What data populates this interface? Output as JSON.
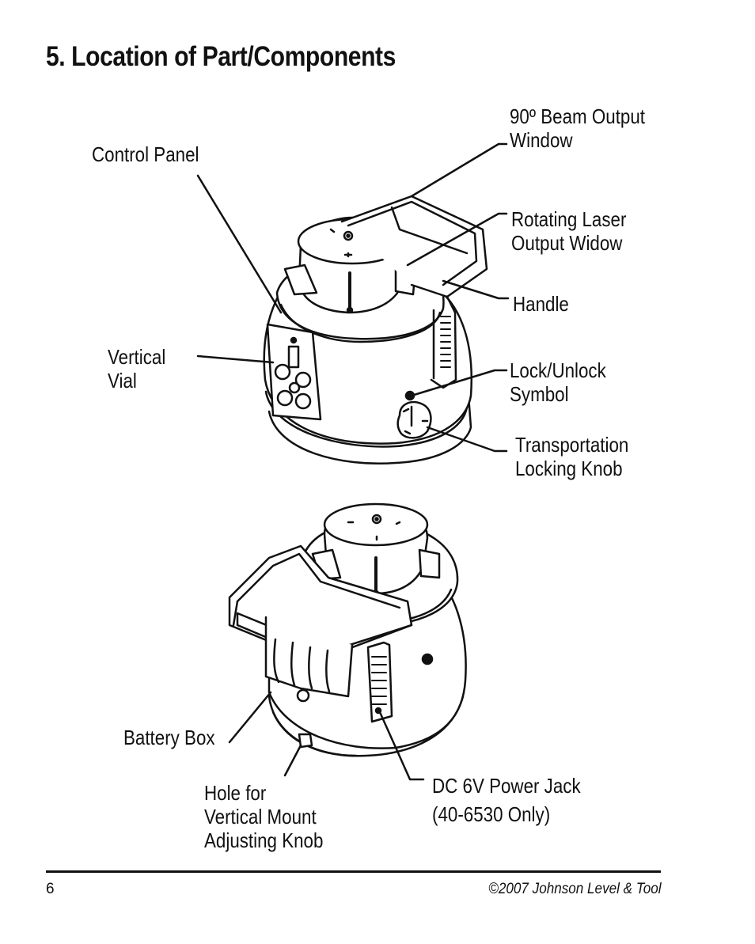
{
  "heading": "5. Location of Part/Components",
  "labels": {
    "beam_output": [
      "90º Beam Output",
      "Window"
    ],
    "control_panel": [
      "Control Panel"
    ],
    "rotating_laser": [
      "Rotating Laser",
      "Output Widow"
    ],
    "handle": [
      "Handle"
    ],
    "vertical_vial": [
      "Vertical",
      "Vial"
    ],
    "lock_unlock": [
      "Lock/Unlock",
      "Symbol"
    ],
    "transport_knob": [
      "Transportation",
      "Locking Knob"
    ],
    "battery_box": [
      "Battery Box"
    ],
    "hole_mount": [
      "Hole for",
      "Vertical Mount",
      "Adjusting Knob"
    ],
    "dc_jack": [
      "DC 6V Power Jack",
      "(40-6530 Only)"
    ]
  },
  "footer": {
    "page_number": "6",
    "copyright": "©2007 Johnson Level & Tool"
  }
}
